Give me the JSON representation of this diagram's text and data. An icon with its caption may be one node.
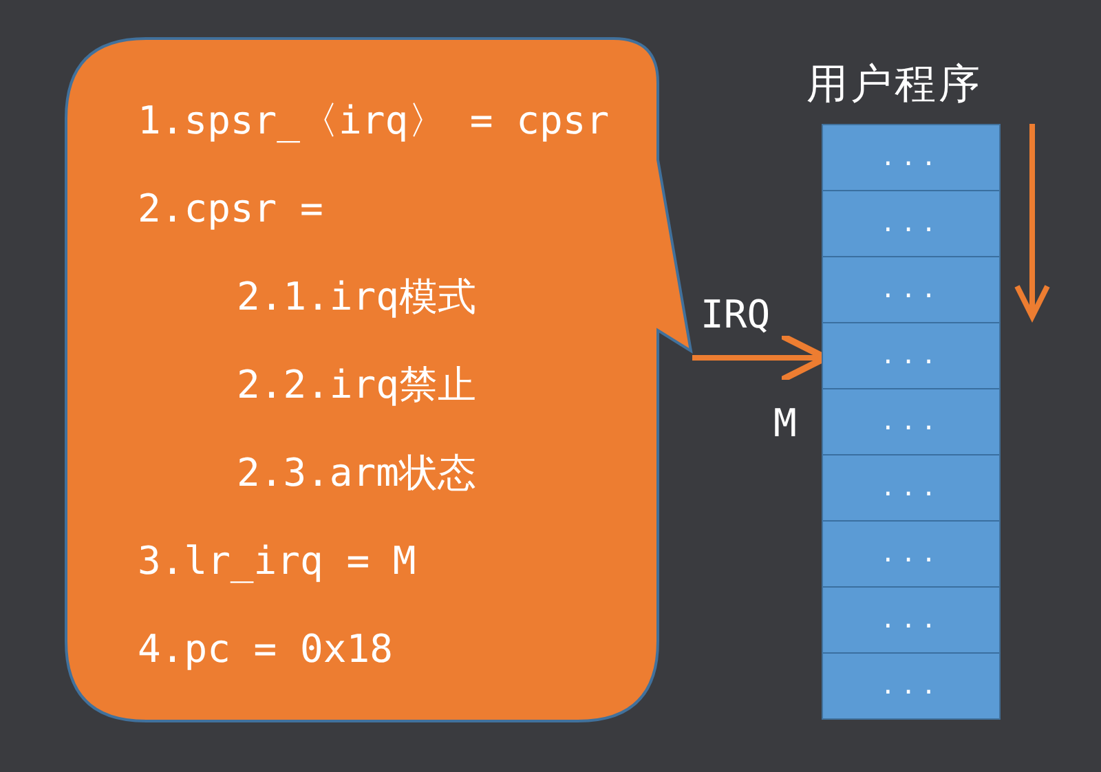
{
  "diagram": {
    "nodes": [
      {
        "text": [
          "1.spsr_〈irq〉 = cpsr",
          "2.cpsr =",
          "2.1.irq模式",
          "2.2.irq禁止",
          "2.3.arm状态",
          "3.lr_irq = M",
          "4.pc = 0x18"
        ]
      },
      {
        "text": [
          "用户程序"
        ]
      },
      {
        "text": [
          "..."
        ],
        "in": 1
      },
      {
        "text": [
          "..."
        ],
        "in": 1
      },
      {
        "text": [
          "..."
        ],
        "in": 1
      },
      {
        "text": [
          "..."
        ],
        "in": 1
      },
      {
        "text": [
          "..."
        ],
        "in": 1
      },
      {
        "text": [
          "..."
        ],
        "in": 1
      },
      {
        "text": [
          "..."
        ],
        "in": 1
      },
      {
        "text": [
          "..."
        ],
        "in": 1
      },
      {
        "text": [
          "..."
        ],
        "in": 1
      }
    ],
    "edges": [
      {
        "from": 0,
        "to": 1,
        "arrow": "to",
        "label": "IRQ"
      }
    ],
    "labels": [
      "M"
    ]
  }
}
